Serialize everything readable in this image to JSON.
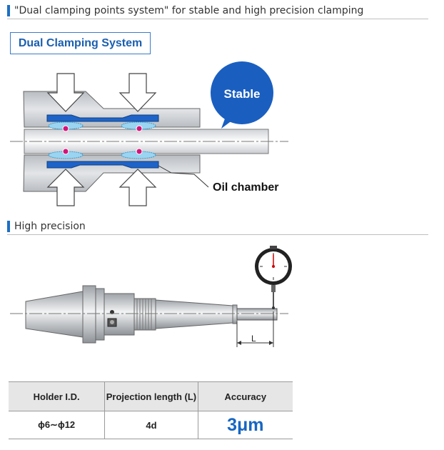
{
  "header": {
    "title": "\"Dual clamping points system\" for stable and high precision clamping"
  },
  "badge": {
    "label": "Dual Clamping System"
  },
  "callouts": {
    "stable": "Stable",
    "oil_chamber": "Oil chamber"
  },
  "section2": {
    "title": "High precision"
  },
  "dimension": {
    "label": "L"
  },
  "table": {
    "headers": [
      "Holder I.D.",
      "Projection length (L)",
      "Accuracy"
    ],
    "rows": [
      [
        "ϕ6∼ϕ12",
        "4d",
        "3μm"
      ]
    ]
  },
  "colors": {
    "accent": "#1d6fc4",
    "stable_bubble": "#1a5fc0",
    "clamp_point": "#d4137a",
    "oil": "#1e63c8"
  }
}
